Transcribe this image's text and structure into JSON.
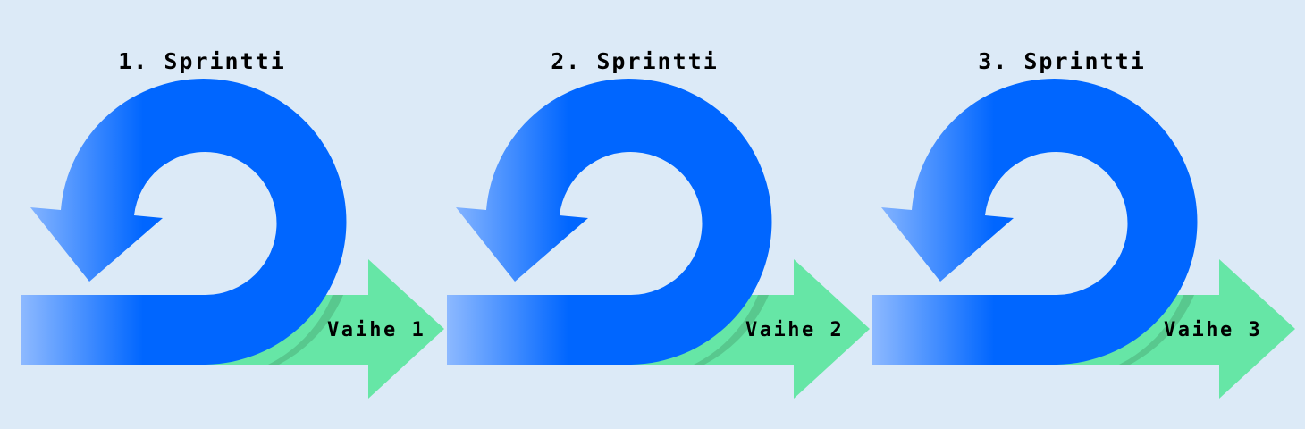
{
  "colors": {
    "background": "#dceaf7",
    "loop_arrow": "#0066ff",
    "loop_arrow_faded": "#8db9ff",
    "phase_arrow": "#66e6a6",
    "phase_shadow": "#4caf7a"
  },
  "sprints": [
    {
      "title": "1. Sprintti",
      "phase": "Vaihe 1",
      "loop_icon": "counterclockwise-loop-arrow-icon",
      "phase_icon": "right-arrow-icon"
    },
    {
      "title": "2. Sprintti",
      "phase": "Vaihe 2",
      "loop_icon": "counterclockwise-loop-arrow-icon",
      "phase_icon": "right-arrow-icon"
    },
    {
      "title": "3. Sprintti",
      "phase": "Vaihe 3",
      "loop_icon": "counterclockwise-loop-arrow-icon",
      "phase_icon": "right-arrow-icon"
    }
  ]
}
